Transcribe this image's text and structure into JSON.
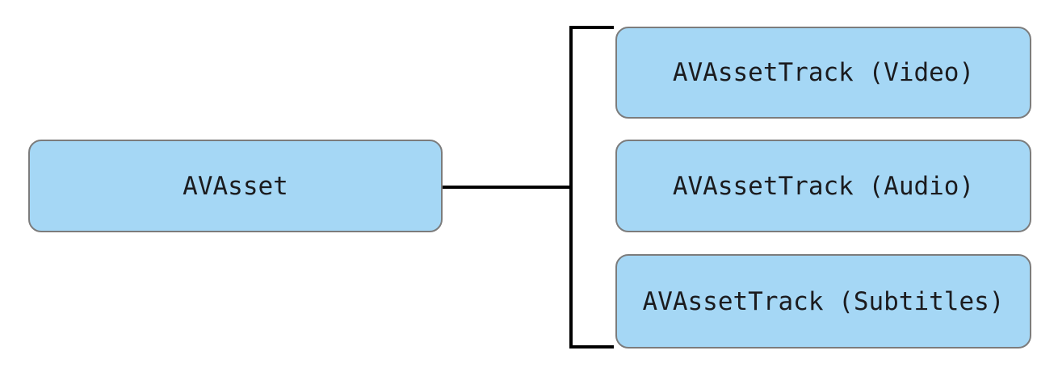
{
  "theme": {
    "background": "#ffffff",
    "box_fill": "#a5d7f5",
    "box_border": "#7c7c7c",
    "connector_color": "#000000",
    "text_color": "#1b1b1e"
  },
  "diagram": {
    "type": "hierarchy",
    "root": {
      "label": "AVAsset"
    },
    "children": [
      {
        "label": "AVAssetTrack (Video)"
      },
      {
        "label": "AVAssetTrack (Audio)"
      },
      {
        "label": "AVAssetTrack (Subtitles)"
      }
    ]
  }
}
